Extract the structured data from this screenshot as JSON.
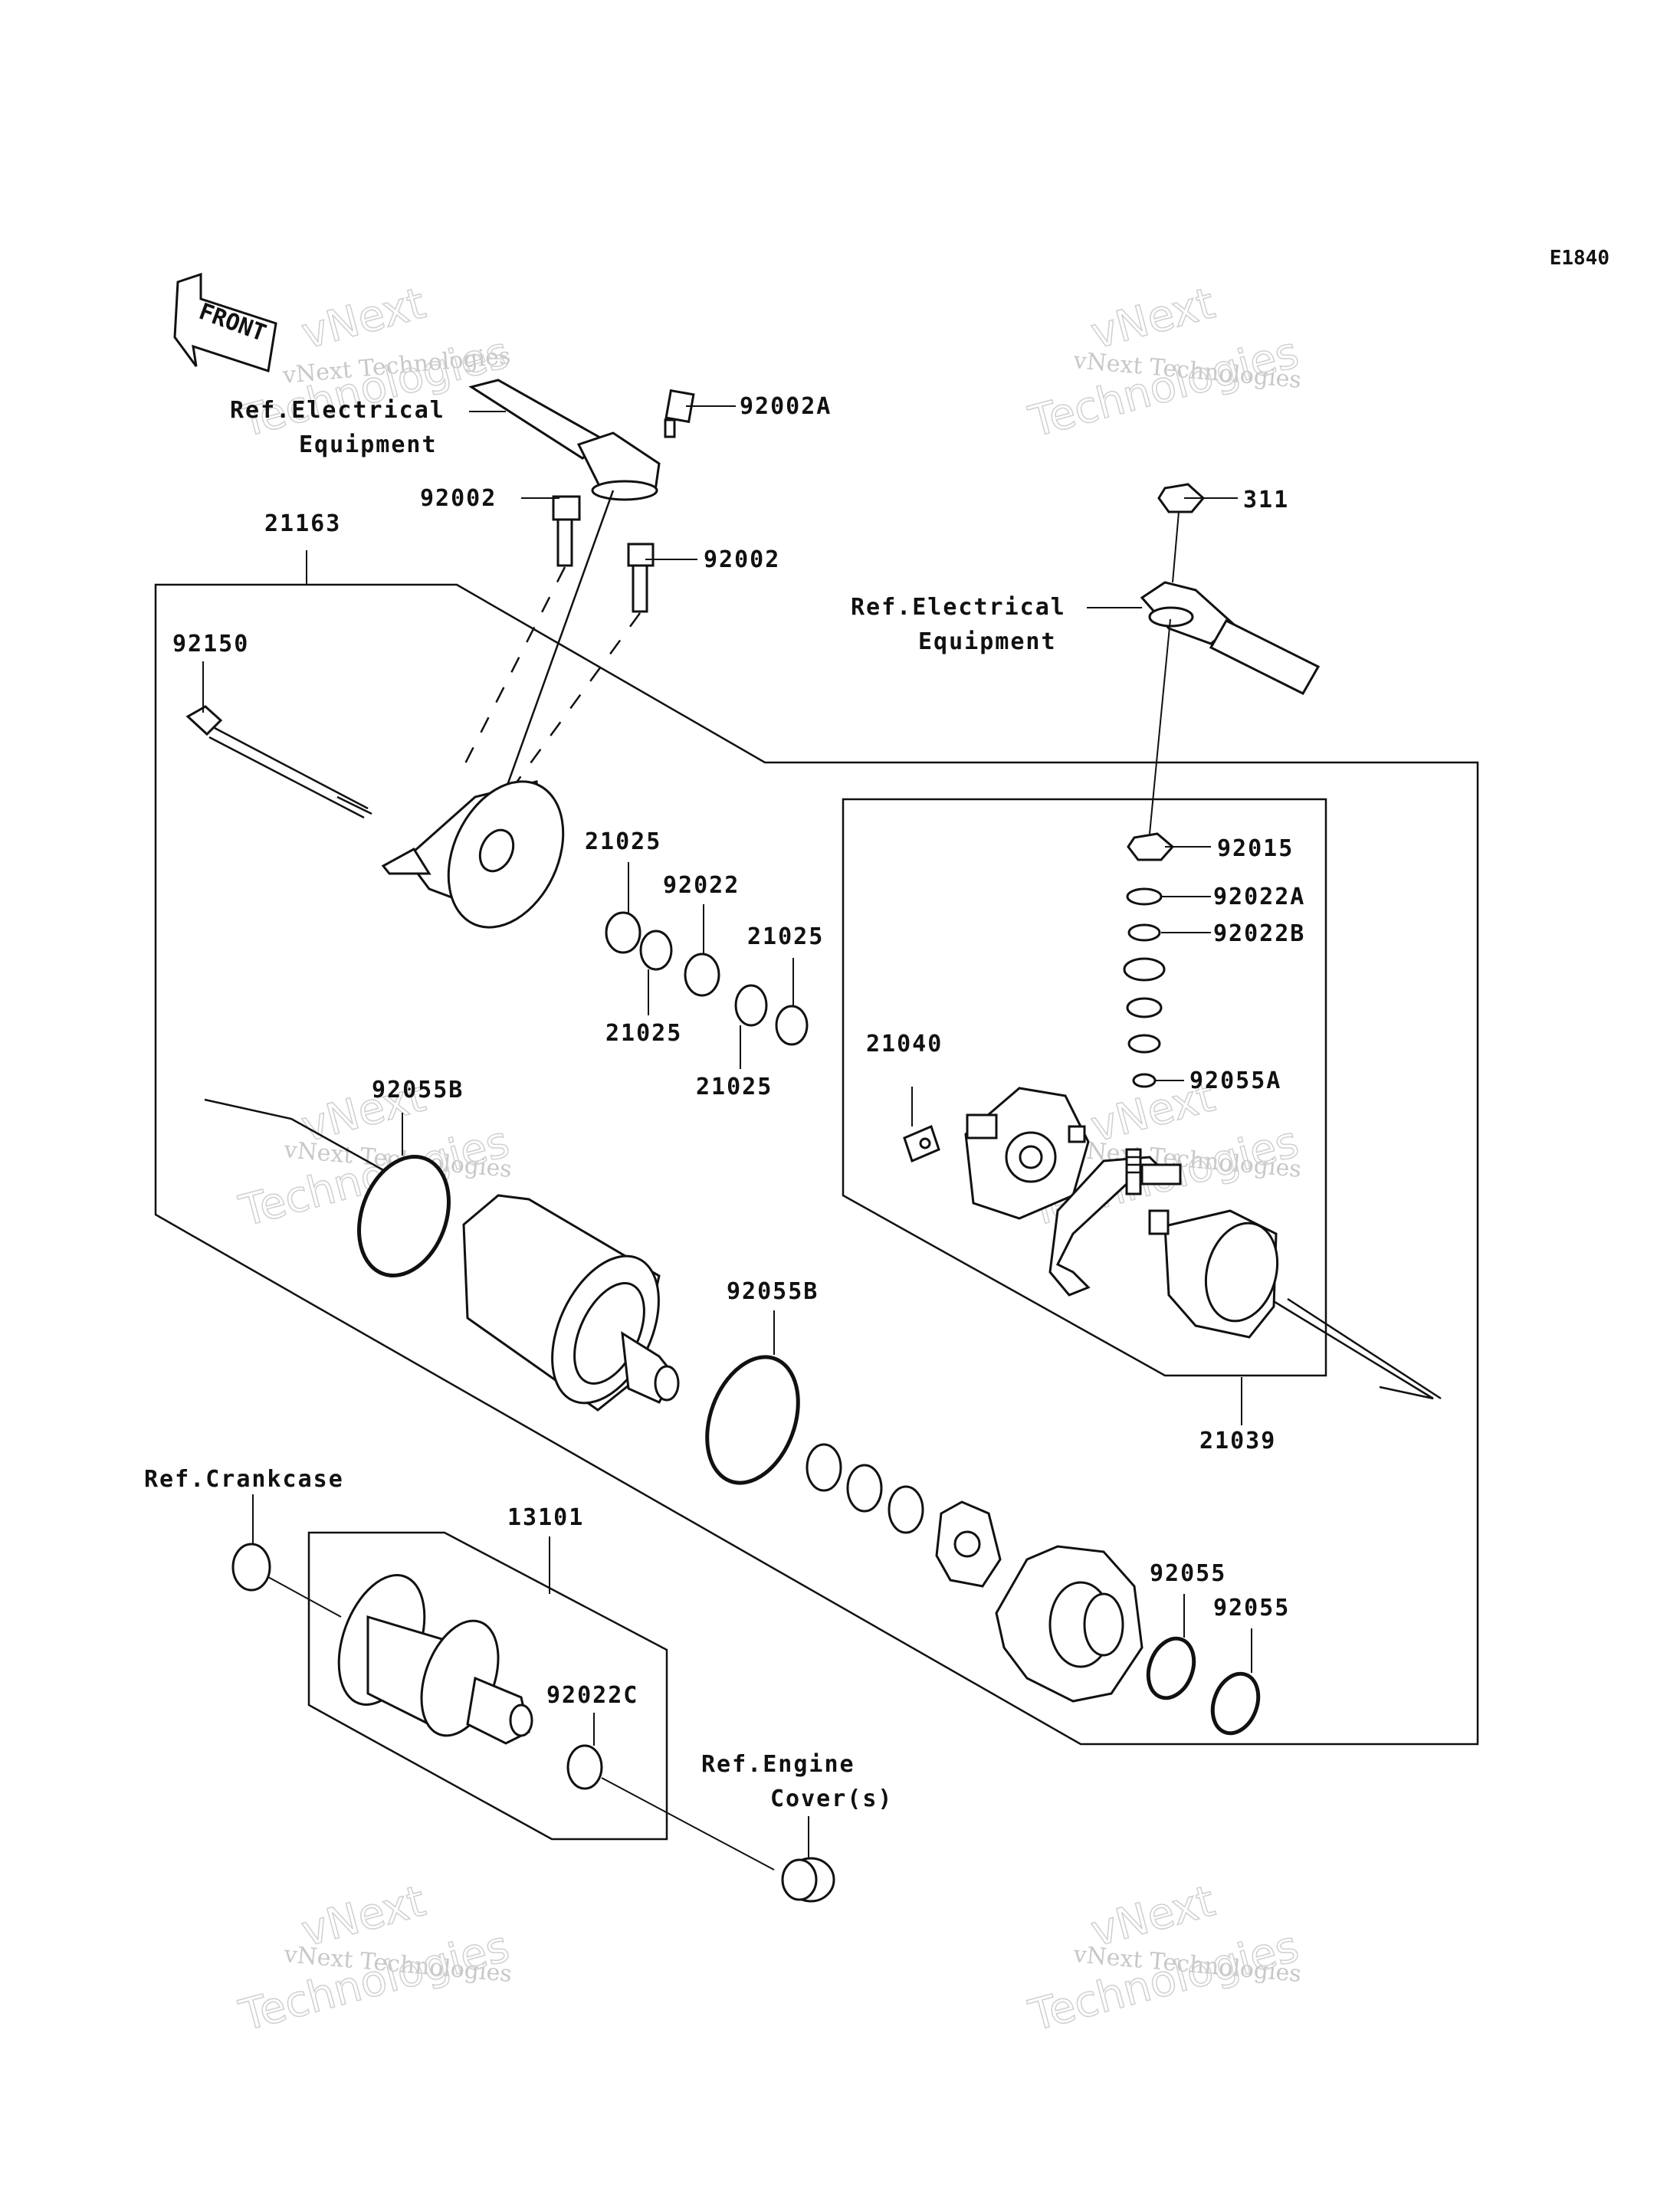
{
  "diagram_code": "E1840",
  "front_arrow": {
    "label": "FRONT"
  },
  "watermark": {
    "line1": "vNext Technologies",
    "big1": "vNext",
    "big2": "Technologies"
  },
  "labels": {
    "ref_elec_1_line1": "Ref.Electrical",
    "ref_elec_1_line2": "Equipment",
    "ref_elec_2_line1": "Ref.Electrical",
    "ref_elec_2_line2": "Equipment",
    "ref_crankcase": "Ref.Crankcase",
    "ref_engine_line1": "Ref.Engine",
    "ref_engine_line2": "Cover(s)"
  },
  "parts": {
    "p92002A": "92002A",
    "p92002_a": "92002",
    "p92002_b": "92002",
    "p21163": "21163",
    "p92150": "92150",
    "p311": "311",
    "p92015": "92015",
    "p92022A": "92022A",
    "p92022B": "92022B",
    "p92055A": "92055A",
    "p21040": "21040",
    "p21025_a": "21025",
    "p92022": "92022",
    "p21025_b": "21025",
    "p21025_c": "21025",
    "p21025_d": "21025",
    "p92055B_a": "92055B",
    "p92055B_b": "92055B",
    "p21039": "21039",
    "p13101": "13101",
    "p92022C": "92022C",
    "p92055_a": "92055",
    "p92055_b": "92055"
  }
}
